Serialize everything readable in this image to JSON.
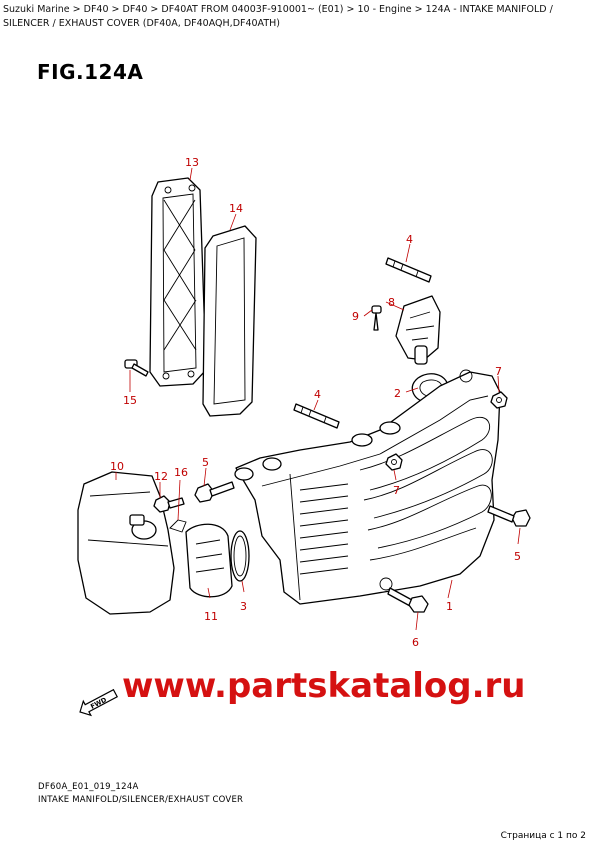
{
  "breadcrumb": "Suzuki Marine > DF40 > DF40 > DF40AT FROM 04003F-910001~ (E01) > 10 - Engine > 124A - INTAKE MANIFOLD / SILENCER / EXHAUST COVER (DF40A, DF40AQH,DF40ATH)",
  "figure_title": "FIG.124A",
  "callouts": {
    "c13": "13",
    "c14": "14",
    "c15": "15",
    "c4a": "4",
    "c8": "8",
    "c9": "9",
    "c2": "2",
    "c7a": "7",
    "c4b": "4",
    "c5a": "5",
    "c10": "10",
    "c12": "12",
    "c16": "16",
    "c7b": "7",
    "c11": "11",
    "c3": "3",
    "c1": "1",
    "c6": "6",
    "c5b": "5"
  },
  "watermark": "www.partskatalog.ru",
  "fwd_label": "FWD",
  "footer": {
    "code": "DF60A_E01_019_124A",
    "name": "INTAKE MANIFOLD/SILENCER/EXHAUST COVER",
    "page": "Страница с 1 по 2"
  }
}
